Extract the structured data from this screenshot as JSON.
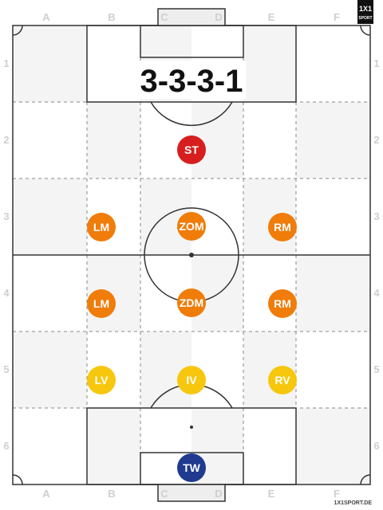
{
  "title": "3-3-3-1",
  "columns": [
    "A",
    "B",
    "C",
    "D",
    "E",
    "F"
  ],
  "rows": [
    "1",
    "2",
    "3",
    "4",
    "5",
    "6"
  ],
  "logo": {
    "line1": "1X1",
    "line2": "SPORT"
  },
  "credit": "1X1SPORT.DE",
  "colors": {
    "ST": "#d71e1e",
    "midfield": "#f07c0a",
    "defense": "#f7c70e",
    "goalkeeper": "#1f3a8f",
    "pitch_line": "#333333",
    "grid_dash": "#888888",
    "cell_light": "#f4f4f4"
  },
  "players": [
    {
      "label": "ST",
      "role": "striker"
    },
    {
      "label": "LM",
      "role": "midfield"
    },
    {
      "label": "ZOM",
      "role": "midfield"
    },
    {
      "label": "RM",
      "role": "midfield"
    },
    {
      "label": "LM",
      "role": "midfield"
    },
    {
      "label": "ZDM",
      "role": "midfield"
    },
    {
      "label": "RM",
      "role": "midfield"
    },
    {
      "label": "LV",
      "role": "defense"
    },
    {
      "label": "IV",
      "role": "defense"
    },
    {
      "label": "RV",
      "role": "defense"
    },
    {
      "label": "TW",
      "role": "goalkeeper"
    }
  ]
}
